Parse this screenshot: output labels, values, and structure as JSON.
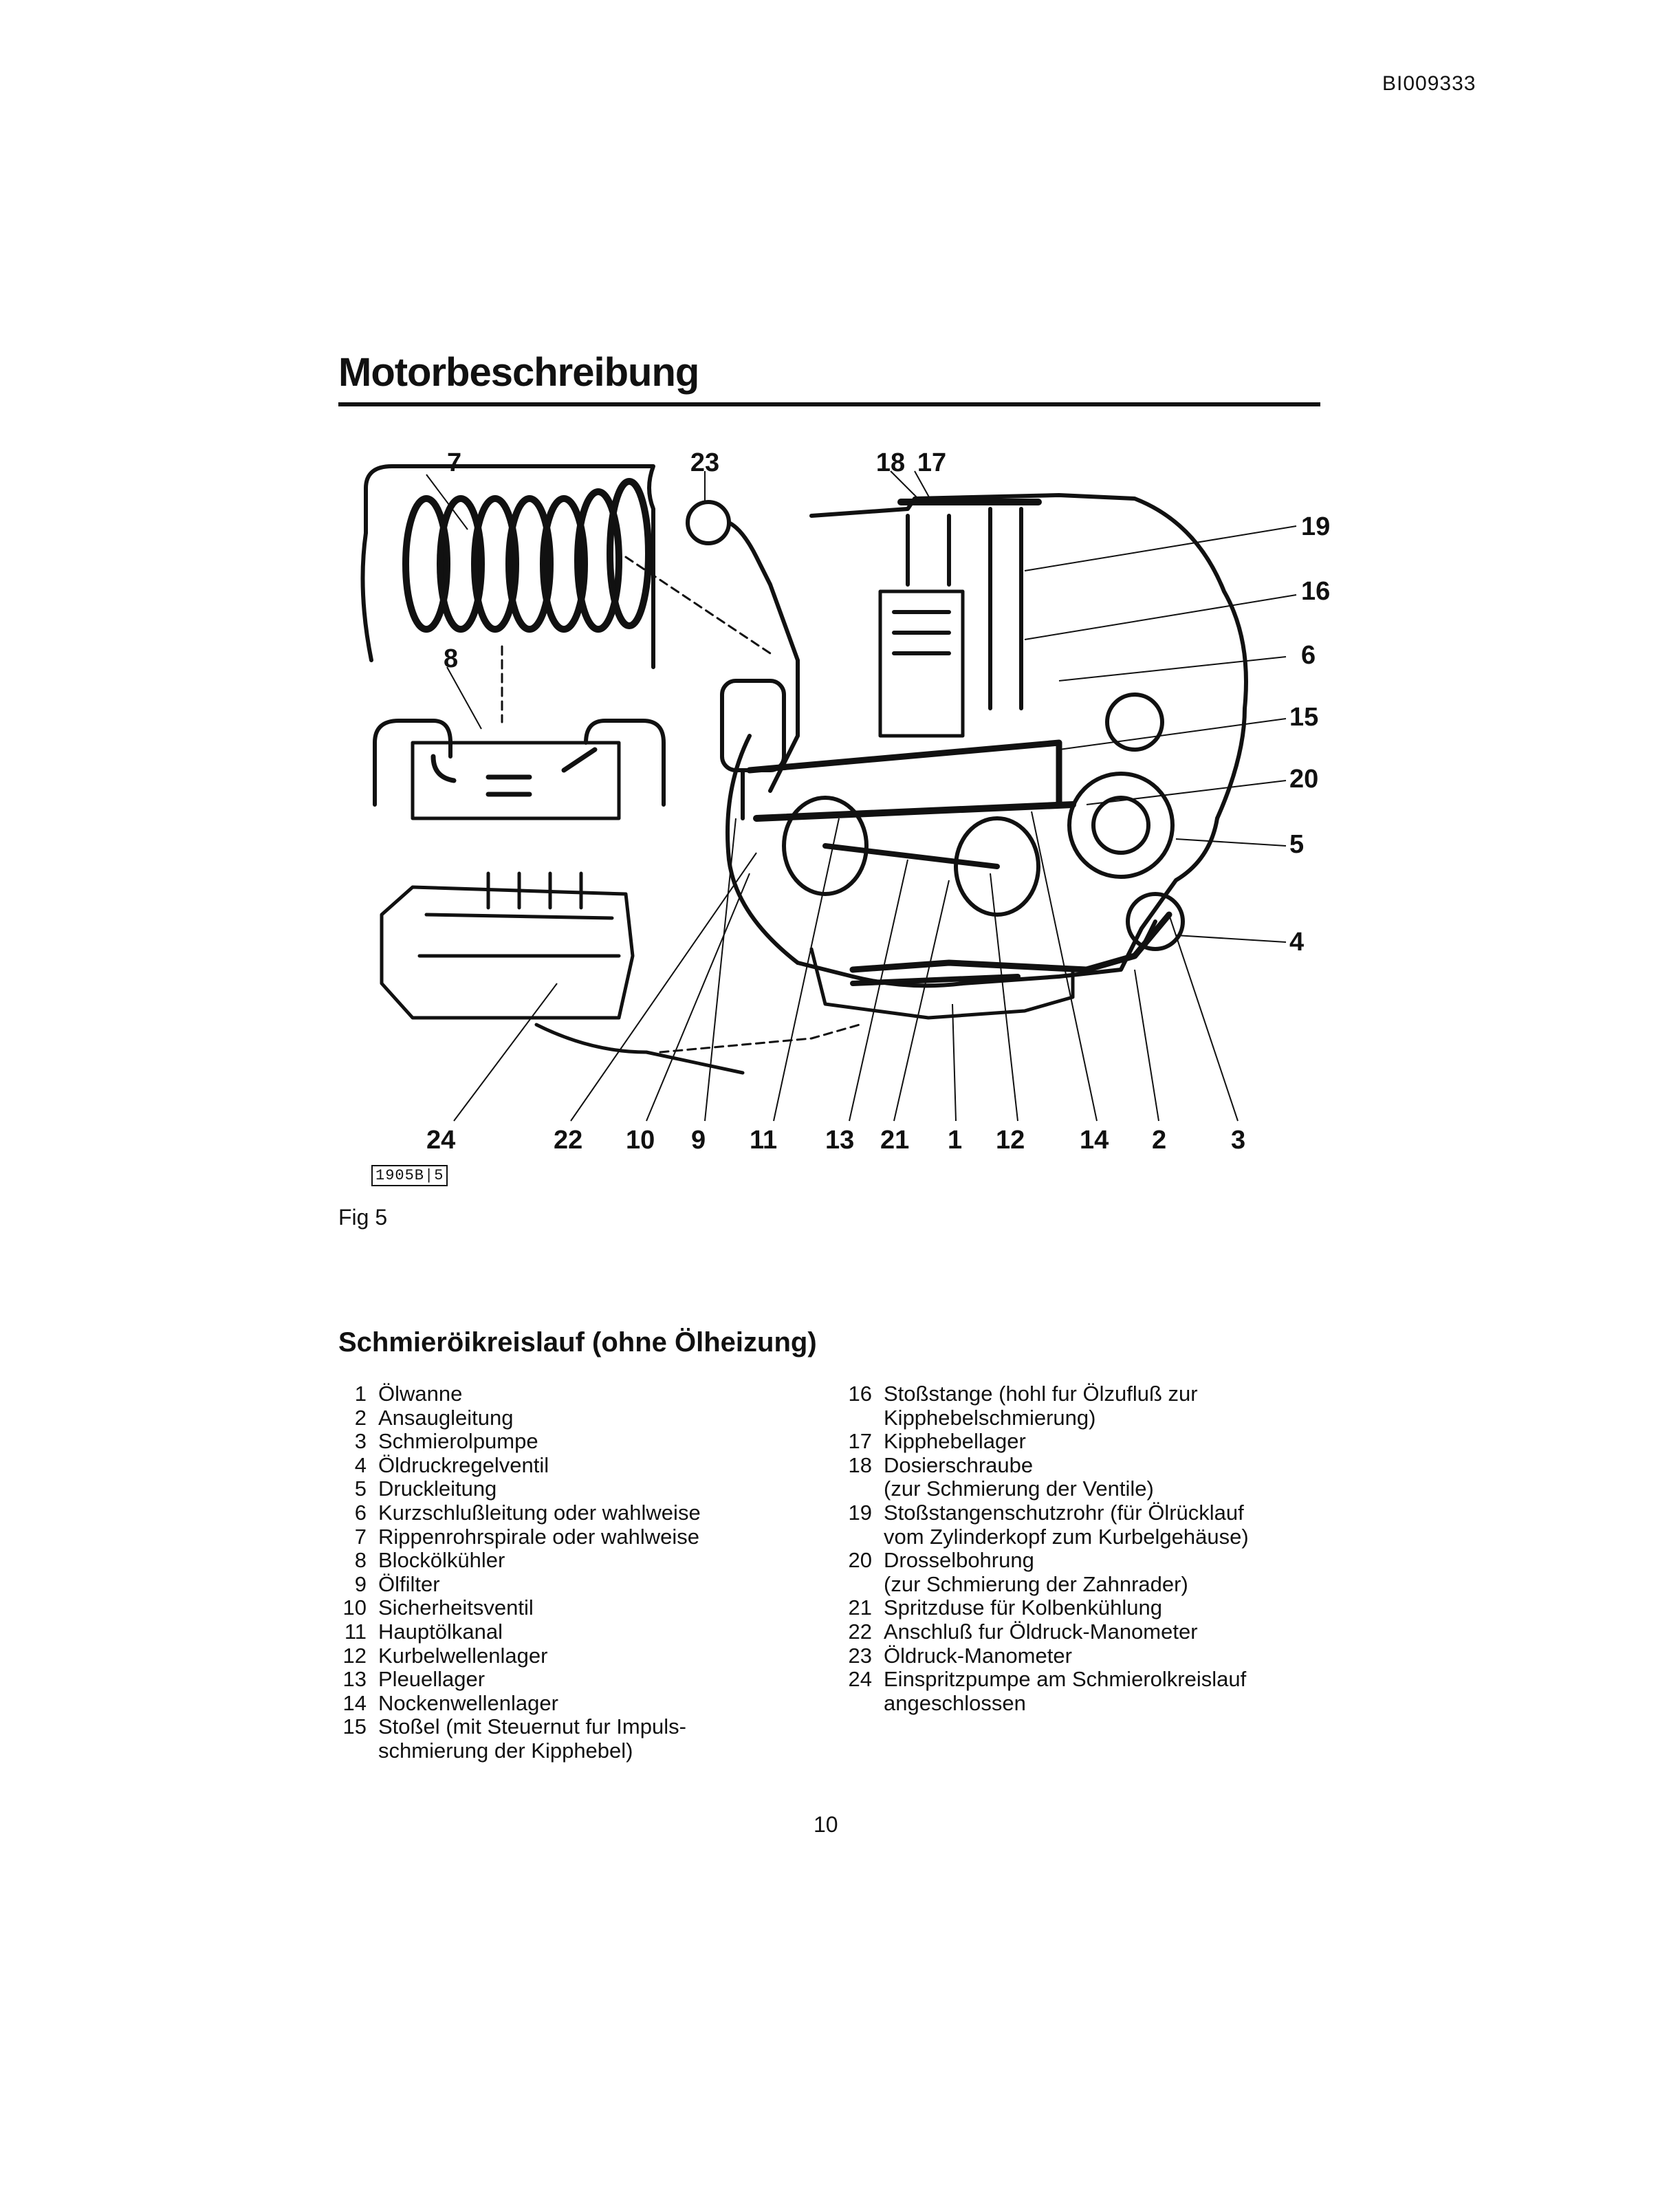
{
  "header": {
    "doc_id": "BI009333"
  },
  "page": {
    "title": "Motorbeschreibung",
    "number": "10"
  },
  "figure": {
    "code": "1905B|5",
    "caption": "Fig 5",
    "callouts": [
      "7",
      "23",
      "18",
      "17",
      "19",
      "16",
      "6",
      "15",
      "20",
      "5",
      "4",
      "8",
      "24",
      "22",
      "10",
      "9",
      "11",
      "13",
      "21",
      "1",
      "12",
      "14",
      "2",
      "3"
    ]
  },
  "section": {
    "heading": "Schmieröikreislauf (ohne Ölheizung)",
    "legend_left": [
      {
        "num": "1",
        "text": "Ölwanne"
      },
      {
        "num": "2",
        "text": "Ansaugleitung"
      },
      {
        "num": "3",
        "text": "Schmierolpumpe"
      },
      {
        "num": "4",
        "text": "Öldruckregelventil"
      },
      {
        "num": "5",
        "text": "Druckleitung"
      },
      {
        "num": "6",
        "text": "Kurzschlußleitung oder wahlweise"
      },
      {
        "num": "7",
        "text": "Rippenrohrspirale oder wahlweise"
      },
      {
        "num": "8",
        "text": "Blockölkühler"
      },
      {
        "num": "9",
        "text": "Ölfilter"
      },
      {
        "num": "10",
        "text": "Sicherheitsventil"
      },
      {
        "num": "11",
        "text": "Hauptölkanal"
      },
      {
        "num": "12",
        "text": "Kurbelwellenlager"
      },
      {
        "num": "13",
        "text": "Pleuellager"
      },
      {
        "num": "14",
        "text": "Nockenwellenlager"
      },
      {
        "num": "15",
        "text": "Stoßel (mit Steuernut fur Impuls-\nschmierung der Kipphebel)"
      }
    ],
    "legend_right": [
      {
        "num": "16",
        "text": "Stoßstange (hohl fur Ölzufluß zur\nKipphebelschmierung)"
      },
      {
        "num": "17",
        "text": "Kipphebellager"
      },
      {
        "num": "18",
        "text": "Dosierschraube\n(zur Schmierung der Ventile)"
      },
      {
        "num": "19",
        "text": "Stoßstangenschutzrohr (für Ölrücklauf\nvom Zylinderkopf zum Kurbelgehäuse)"
      },
      {
        "num": "20",
        "text": "Drosselbohrung\n(zur Schmierung der Zahnrader)"
      },
      {
        "num": "21",
        "text": "Spritzduse für Kolbenkühlung"
      },
      {
        "num": "22",
        "text": "Anschluß fur Öldruck-Manometer"
      },
      {
        "num": "23",
        "text": "Öldruck-Manometer"
      },
      {
        "num": "24",
        "text": "Einspritzpumpe am Schmierolkreislauf\nangeschlossen"
      }
    ]
  }
}
